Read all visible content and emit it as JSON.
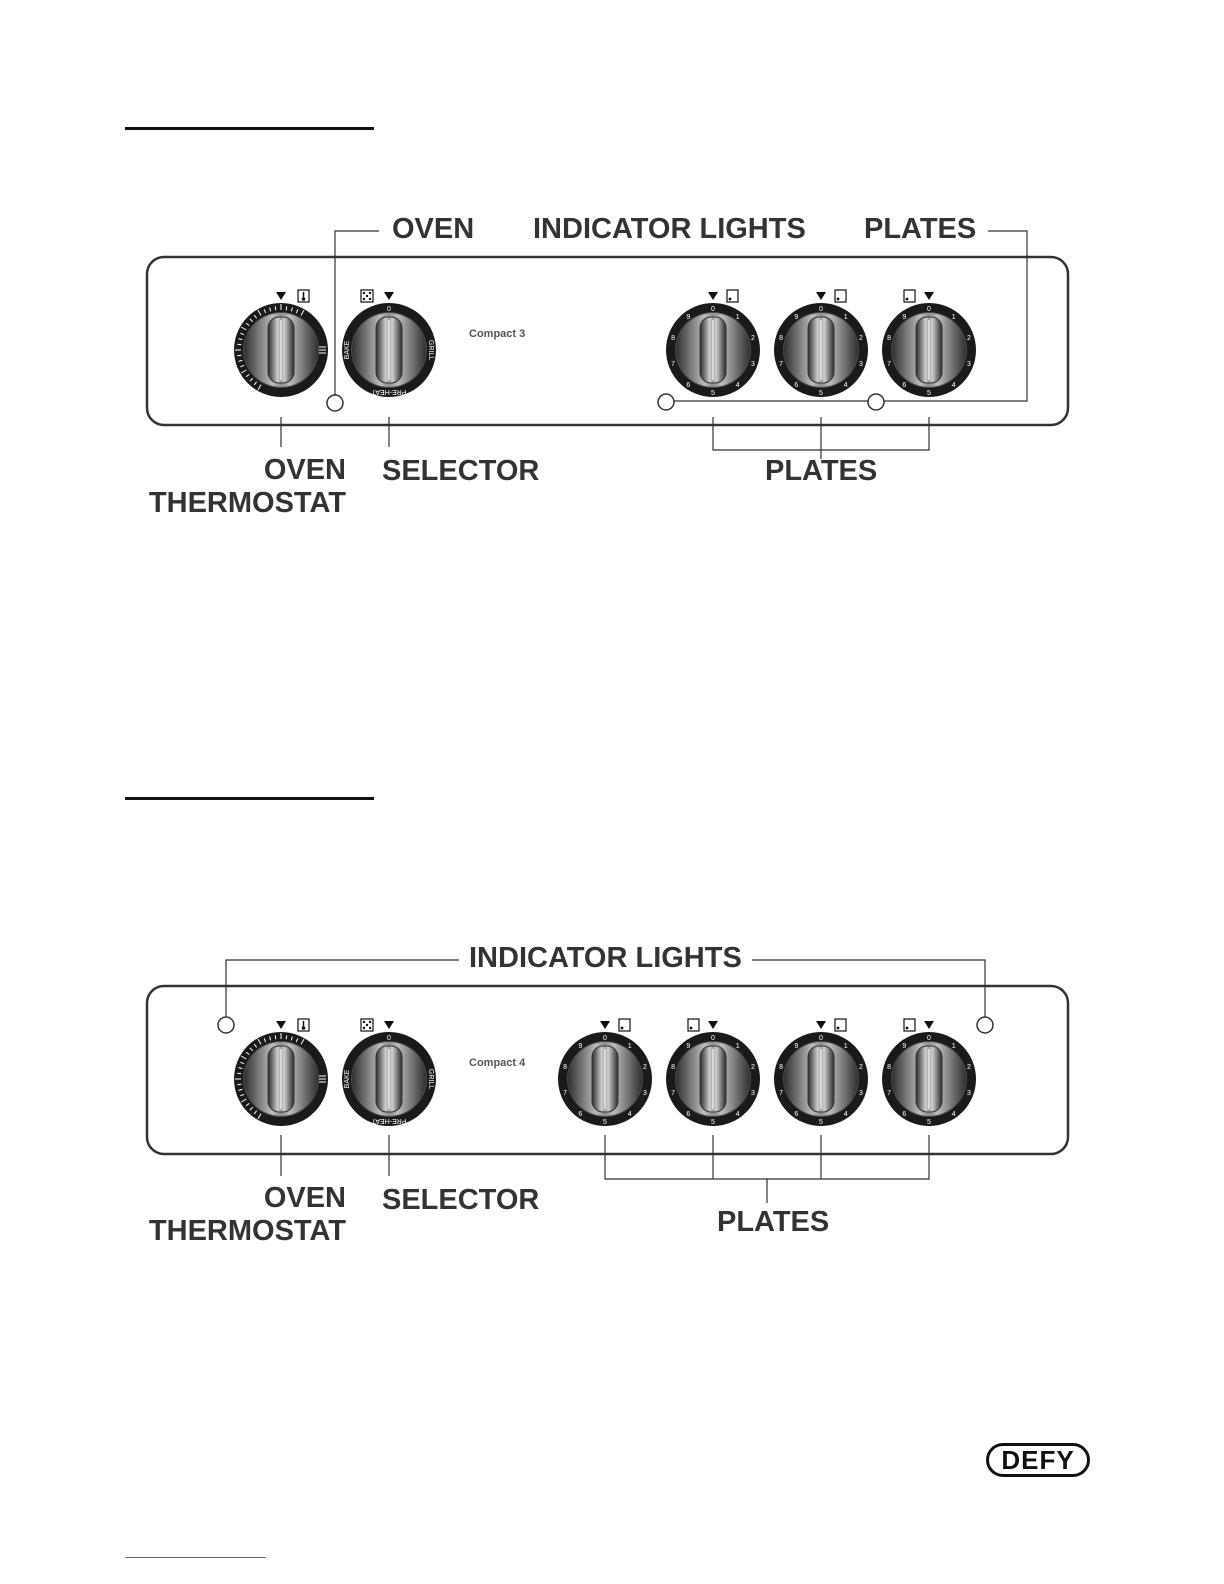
{
  "compact3": {
    "model_label": "Compact 3",
    "labels": {
      "oven_light": "OVEN",
      "indicator_lights": "INDICATOR LIGHTS",
      "plates_light": "PLATES",
      "oven": "OVEN",
      "thermostat": "THERMOSTAT",
      "selector": "SELECTOR",
      "plates": "PLATES"
    }
  },
  "compact4": {
    "model_label": "Compact 4",
    "labels": {
      "indicator_lights": "INDICATOR LIGHTS",
      "oven": "OVEN",
      "thermostat": "THERMOSTAT",
      "selector": "SELECTOR",
      "plates": "PLATES"
    }
  },
  "selector_knob": {
    "top": "0",
    "left": "BAKE",
    "right": "GRILL",
    "bottom": "PRE-HEAT"
  },
  "plate_knob_numbers": [
    "0",
    "1",
    "2",
    "3",
    "4",
    "5",
    "6",
    "7",
    "8",
    "9"
  ],
  "logo": "DEFY",
  "colors": {
    "line": "#333333",
    "knob_dark": "#1a1a1a",
    "knob_light": "#bcbcbc"
  }
}
